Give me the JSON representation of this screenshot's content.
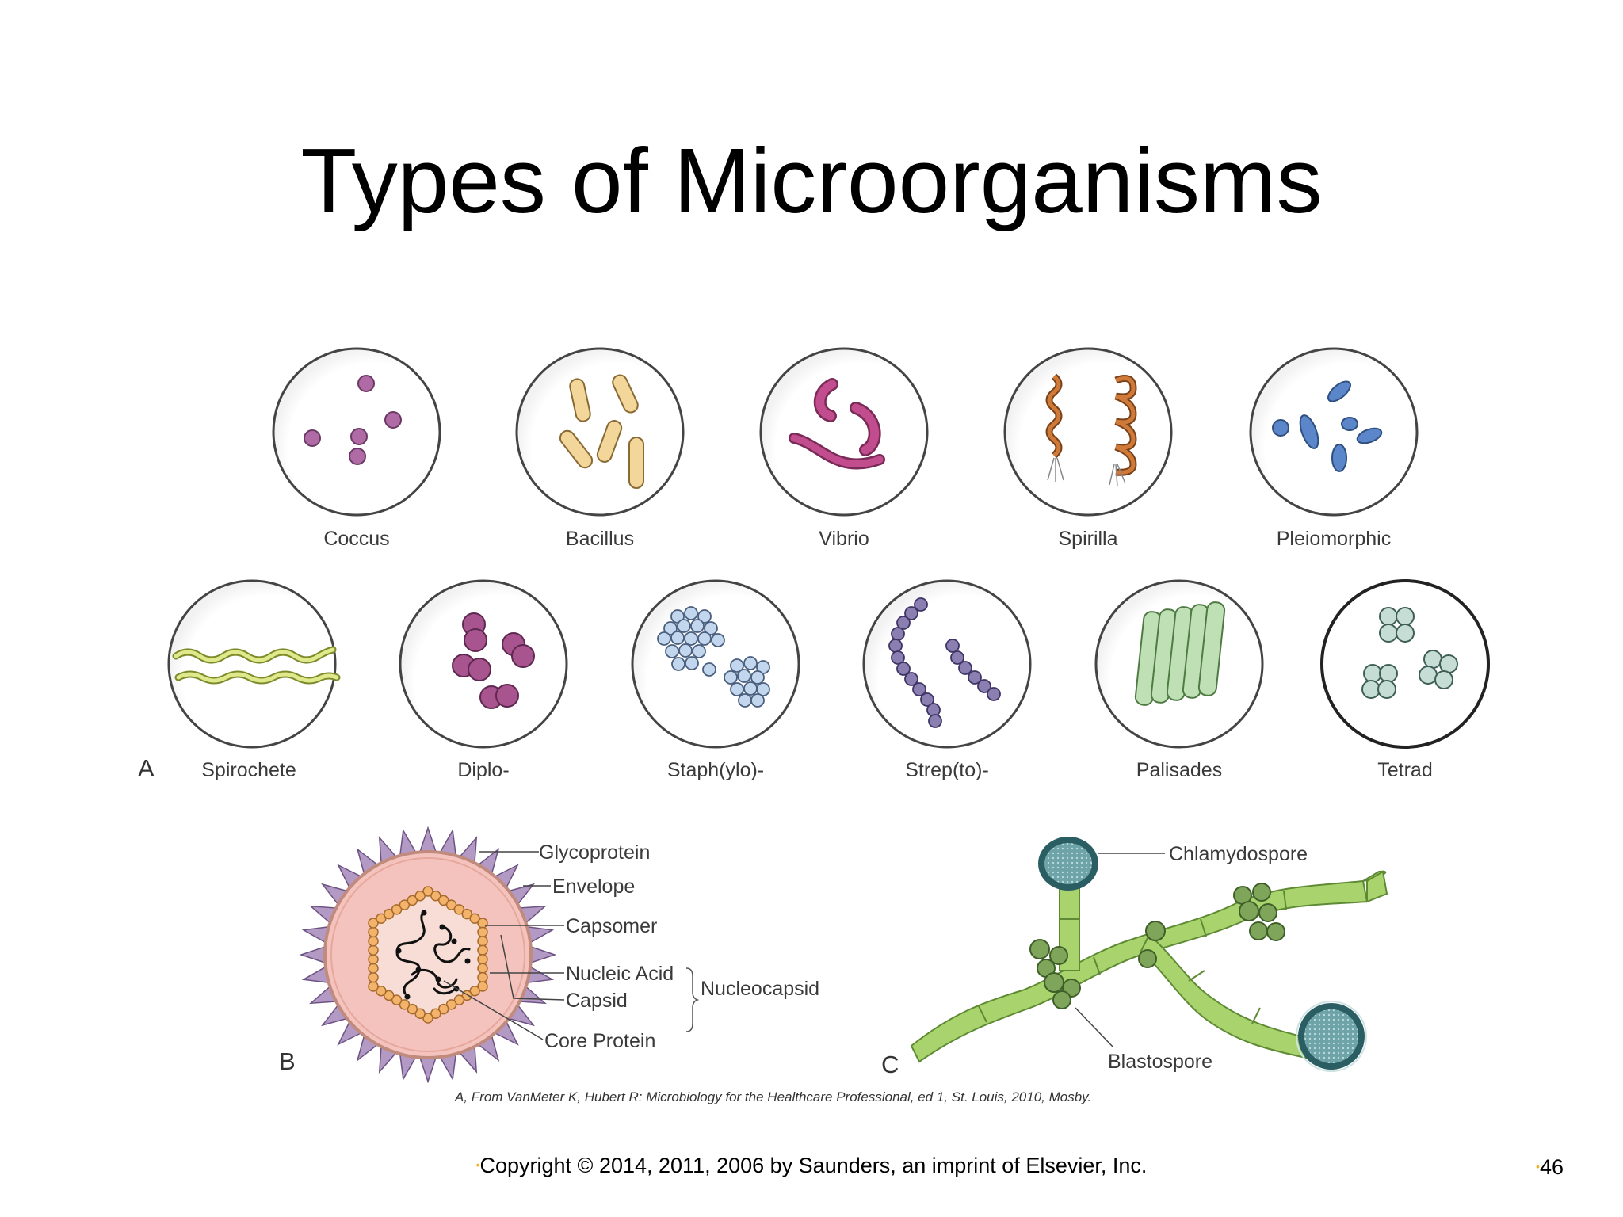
{
  "slide": {
    "title": "Types of Microorganisms",
    "footer": "Copyright © 2014, 2011, 2006 by Saunders, an imprint of Elsevier, Inc.",
    "page_number": "46"
  },
  "panel_a": {
    "letter": "A",
    "row1": [
      "Coccus",
      "Bacillus",
      "Vibrio",
      "Spirilla",
      "Pleiomorphic"
    ],
    "row2": [
      "Spirochete",
      "Diplo-",
      "Staph(ylo)-",
      "Strep(to)-",
      "Palisades",
      "Tetrad"
    ]
  },
  "panel_b": {
    "letter": "B",
    "labels": {
      "glycoprotein": "Glycoprotein",
      "envelope": "Envelope",
      "capsomer": "Capsomer",
      "nucleic_acid": "Nucleic Acid",
      "capsid": "Capsid",
      "nucleocapsid": "Nucleocapsid",
      "core_protein": "Core Protein"
    }
  },
  "panel_c": {
    "letter": "C",
    "labels": {
      "chlamydospore": "Chlamydospore",
      "blastospore": "Blastospore"
    }
  },
  "credit": "A, From VanMeter K, Hubert R: Microbiology for the Healthcare Professional, ed 1, St. Louis, 2010, Mosby.",
  "colors": {
    "coccus": "#b06aa6",
    "bacillus": "#f3d79a",
    "vibrio": "#c14d8e",
    "spirilla": "#d07a3a",
    "pleiomorphic": "#5b86c9",
    "spirochete": "#dfe88a",
    "diplo": "#a8548f",
    "staph": "#c2d6ee",
    "strep": "#8a7fb0",
    "palisades": "#bfe0b5",
    "tetrad": "#c6ddd6",
    "virus_fill": "#f4c3bd",
    "spike": "#b39ac4",
    "capsomer": "#f4b36b",
    "hypha": "#a9d46d",
    "spore": "#7fa55a",
    "chlamydospore": "#4f8f95"
  }
}
